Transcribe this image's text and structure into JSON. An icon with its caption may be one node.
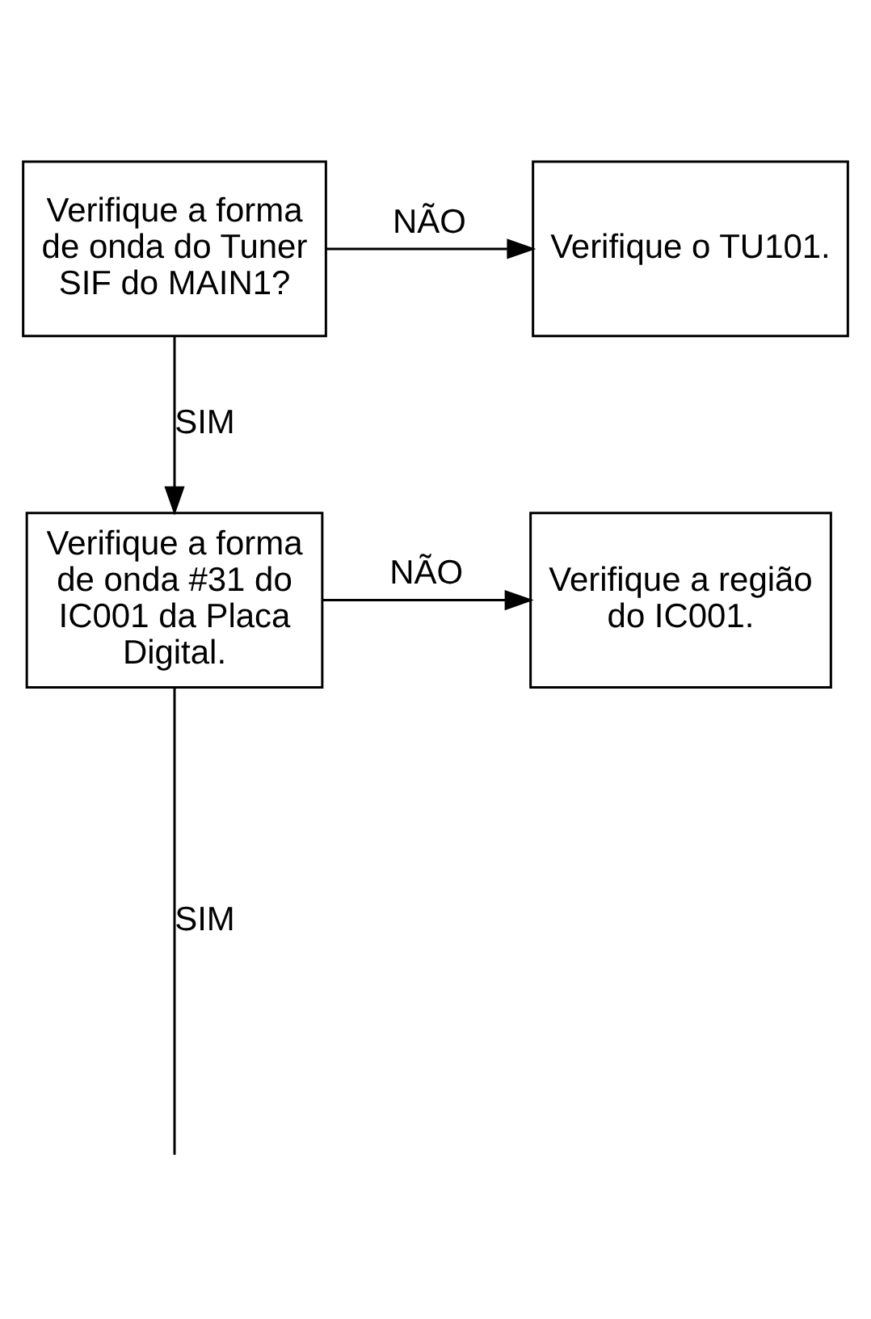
{
  "diagram": {
    "nodes": [
      {
        "text": [
          "Verifique a forma de onda do Tuner SIF do MAIN1?"
        ]
      },
      {
        "text": [
          "Verifique o TU101."
        ]
      },
      {
        "text": [
          "Verifique a forma de onda #31 do IC001 da Placa Digital."
        ]
      },
      {
        "text": [
          "Verifique a região do IC001."
        ]
      }
    ],
    "edges": [
      {
        "from": 0,
        "to": 1,
        "arrow": "to",
        "label": "NÃO"
      },
      {
        "from": 0,
        "to": 2,
        "arrow": "to",
        "label": "SIM"
      },
      {
        "from": 2,
        "to": 3,
        "arrow": "to",
        "label": "NÃO"
      },
      {
        "from": 2,
        "to": null,
        "arrow": "none",
        "label": "SIM"
      }
    ]
  }
}
